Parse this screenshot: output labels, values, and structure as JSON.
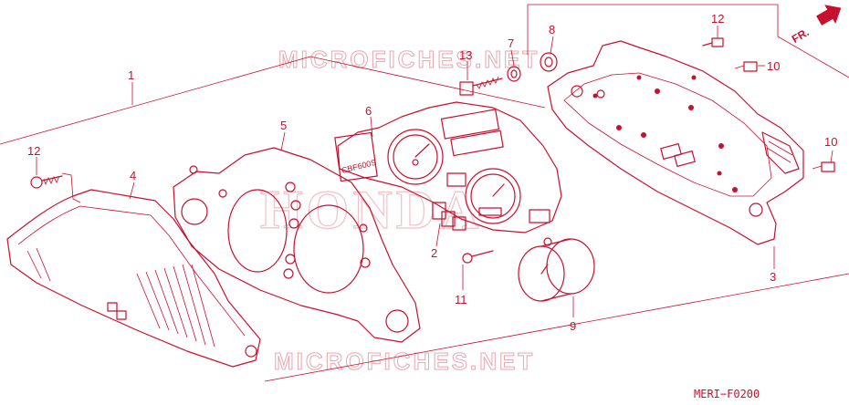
{
  "diagram": {
    "code": "MERI−F0200",
    "direction": "FR.",
    "watermark": "MICROFICHES.NET",
    "brand_watermark": "HONDA",
    "model_label": "CBF600S",
    "callouts": [
      "1",
      "2",
      "3",
      "4",
      "5",
      "6",
      "7",
      "8",
      "9",
      "10",
      "10",
      "11",
      "12",
      "12",
      "13"
    ],
    "accent_color": "#c8102e"
  }
}
